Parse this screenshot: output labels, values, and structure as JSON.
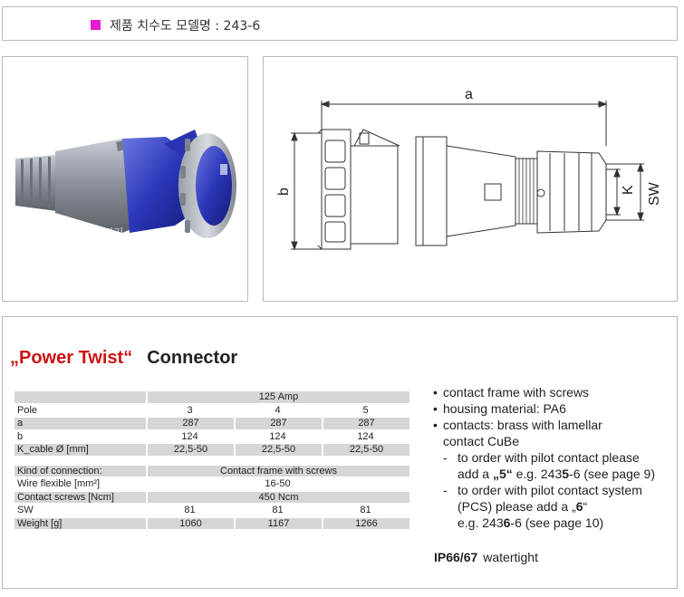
{
  "header": {
    "title": "제품 치수도 모델명 : 243-6",
    "accent_color": "#e41bcf"
  },
  "photo": {
    "watermark": "보영전기"
  },
  "drawing": {
    "labels": {
      "a": "a",
      "b": "b",
      "k": "K",
      "sw": "SW"
    }
  },
  "spec": {
    "brand": "„Power Twist“",
    "product": "Connector",
    "brand_color": "#cc1111",
    "amp_header": "125 Amp",
    "rows": [
      {
        "label": "Pole",
        "values": [
          "3",
          "4",
          "5"
        ]
      },
      {
        "label": "a",
        "values": [
          "287",
          "287",
          "287"
        ]
      },
      {
        "label": "b",
        "values": [
          "124",
          "124",
          "124"
        ]
      },
      {
        "label": "K_cable Ø [mm]",
        "values": [
          "22,5-50",
          "22,5-50",
          "22,5-50"
        ]
      },
      {
        "label": "Kind of connection:",
        "value": "Contact frame with screws"
      },
      {
        "label": "Wire flexible  [mm²]",
        "value": "16-50"
      },
      {
        "label": "Contact screws [Ncm]",
        "value": "450 Ncm"
      },
      {
        "label": "SW",
        "values": [
          "81",
          "81",
          "81"
        ]
      },
      {
        "label": "Weight [g]",
        "values": [
          "1060",
          "1167",
          "1266"
        ]
      }
    ],
    "features": {
      "f1": "contact frame with screws",
      "f2": "housing material: PA6",
      "f3": "contacts: brass with lamellar",
      "f3b": "contact CuBe",
      "pilot_a1": "to order with pilot contact please",
      "pilot_a2_pre": "add a ",
      "pilot_a2_code": "„5“",
      "pilot_a2_mid": " e.g. 243",
      "pilot_a2_digit": "5",
      "pilot_a2_post": "-6 (see page 9)",
      "pilot_b1": "to order with pilot contact system",
      "pilot_b2_pre": "(PCS) please add a „",
      "pilot_b2_code": "6",
      "pilot_b2_post": "“",
      "pilot_b3_pre": "e.g. 243",
      "pilot_b3_digit": "6",
      "pilot_b3_post": "-6 (see page 10)"
    },
    "ip_code": "IP66/67",
    "ip_text": "watertight"
  }
}
